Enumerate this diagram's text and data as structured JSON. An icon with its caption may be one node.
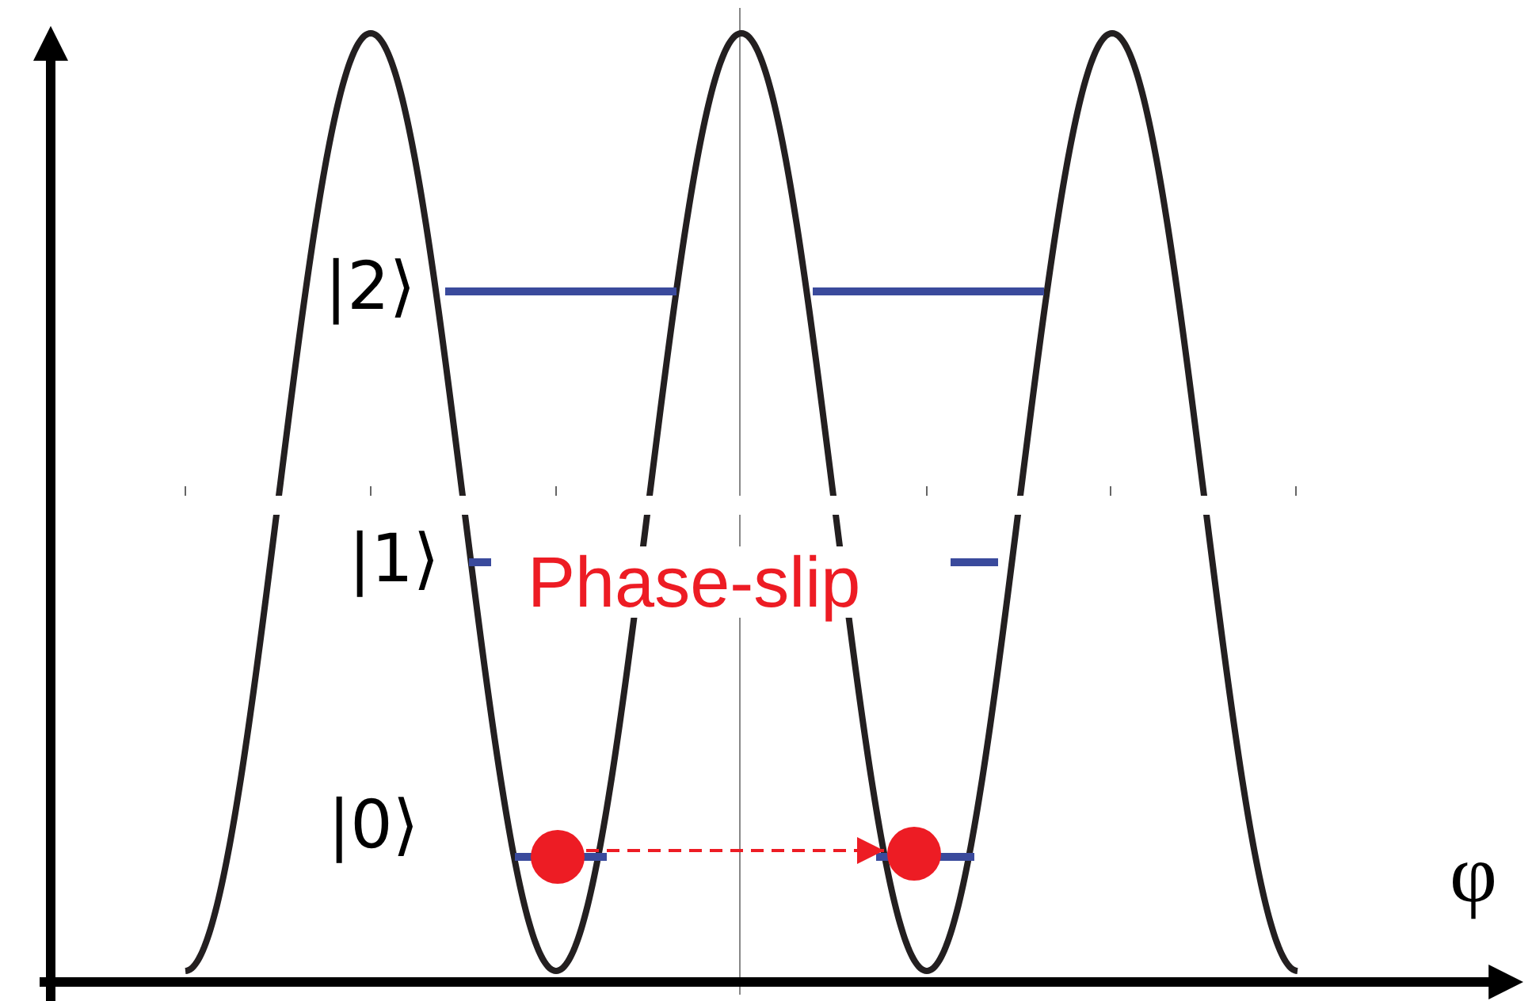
{
  "diagram": {
    "nodes": [
      {
        "text": [],
        "shape": "circle"
      },
      {
        "text": [],
        "shape": "circle"
      }
    ],
    "edges": [
      {
        "from": 0,
        "to": 1,
        "arrow": "to",
        "style": "dashed"
      }
    ],
    "labels": [
      "|2⟩",
      "|1⟩",
      "Phase-slip",
      "|0⟩",
      "φ"
    ]
  }
}
